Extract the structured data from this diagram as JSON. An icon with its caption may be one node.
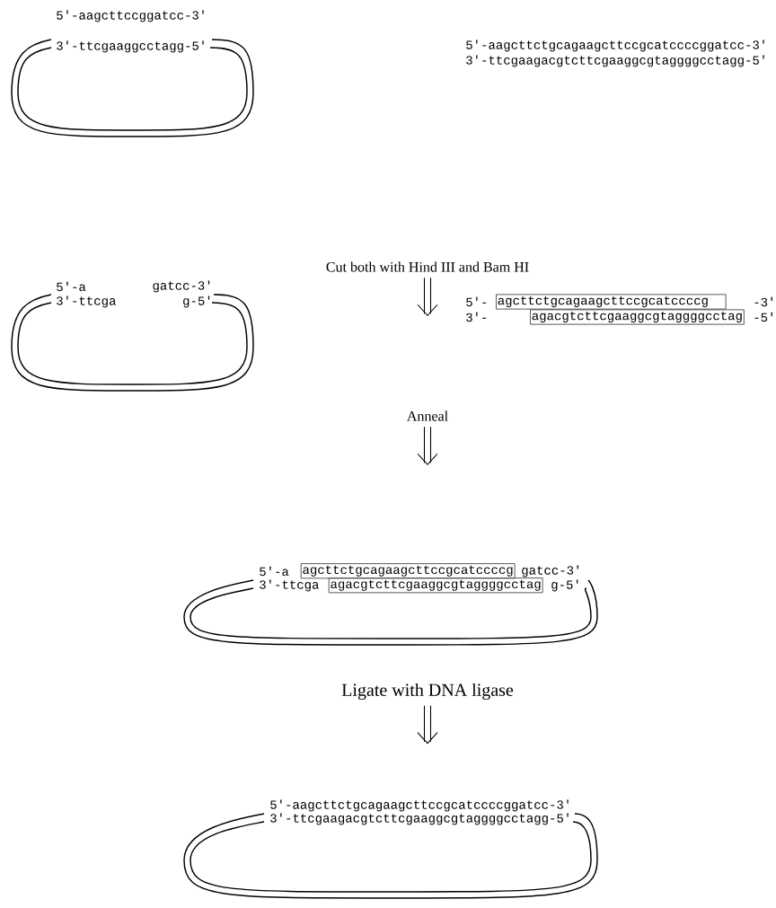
{
  "diagram": {
    "nodes": [
      {
        "text": [
          "5′-aagcttccggatcc-3′",
          "3′-ttcgaaggcctagg-5′"
        ]
      },
      {
        "text": [
          "Cut both with Hind III and Bam HI"
        ]
      },
      {
        "text": [
          "5′-a",
          "gatcc-3′",
          "3′-ttcga",
          "g-5′"
        ]
      },
      {
        "text": [
          "agcttctgcagaagcttccgcatccccg"
        ]
      },
      {
        "text": [
          "agacgtcttcgaaggcgtaggggcctag"
        ]
      },
      {
        "text": [
          "Anneal"
        ]
      },
      {
        "text": [
          "5′-a",
          "gatcc-3′",
          "3′-ttcga",
          "g-5′"
        ]
      },
      {
        "text": [
          "agcttctgcagaagcttccgcatccccg"
        ],
        "in": 6
      },
      {
        "text": [
          "agacgtcttcgaaggcgtaggggcctag"
        ],
        "in": 6
      },
      {
        "text": [
          "Ligate with DNA ligase"
        ]
      },
      {
        "text": [
          "5′-aagcttctgcagaagcttccgcatccccggatcc-3′",
          "3′-ttcgaagacgtcttcgaaggcgtaggggcctagg-5′"
        ]
      }
    ],
    "edges": [
      {
        "from": 1,
        "to": null,
        "arrow": "to"
      },
      {
        "from": 5,
        "to": null,
        "arrow": "to"
      },
      {
        "from": 9,
        "to": null,
        "arrow": "to"
      }
    ],
    "labels": [
      "5′-aagcttctgcagaagcttccgcatccccggatcc-3′",
      "3′-ttcgaagacgtcttcgaaggcgtaggggcctagg-5′",
      "5′-",
      "-3′",
      "3′-",
      "-5′"
    ]
  }
}
